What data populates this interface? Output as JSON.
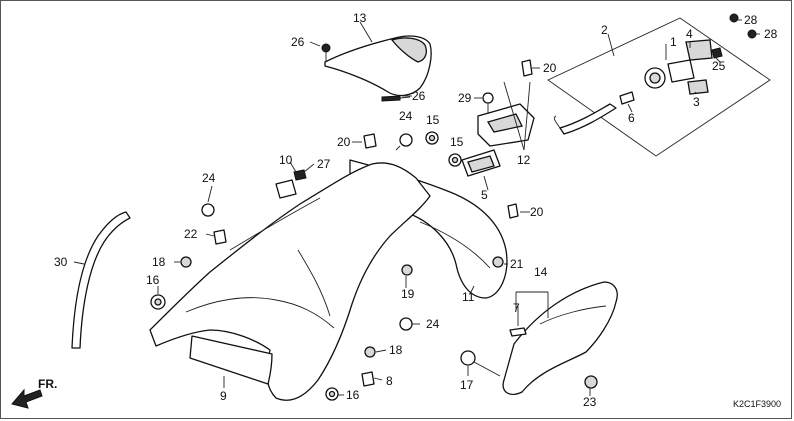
{
  "diagram": {
    "callouts": [
      {
        "label": "1"
      },
      {
        "label": "2"
      },
      {
        "label": "3"
      },
      {
        "label": "4"
      },
      {
        "label": "5"
      },
      {
        "label": "6"
      },
      {
        "label": "7"
      },
      {
        "label": "8"
      },
      {
        "label": "9"
      },
      {
        "label": "10"
      },
      {
        "label": "11"
      },
      {
        "label": "12"
      },
      {
        "label": "13"
      },
      {
        "label": "14"
      },
      {
        "label": "15"
      },
      {
        "label": "15"
      },
      {
        "label": "16"
      },
      {
        "label": "16"
      },
      {
        "label": "17"
      },
      {
        "label": "18"
      },
      {
        "label": "18"
      },
      {
        "label": "19"
      },
      {
        "label": "20"
      },
      {
        "label": "20"
      },
      {
        "label": "20"
      },
      {
        "label": "21"
      },
      {
        "label": "22"
      },
      {
        "label": "23"
      },
      {
        "label": "24"
      },
      {
        "label": "24"
      },
      {
        "label": "24"
      },
      {
        "label": "25"
      },
      {
        "label": "26"
      },
      {
        "label": "26"
      },
      {
        "label": "27"
      },
      {
        "label": "28"
      },
      {
        "label": "28"
      },
      {
        "label": "29"
      },
      {
        "label": "30"
      }
    ],
    "direction_label": "FR.",
    "diagram_code": "K2C1F3900"
  }
}
